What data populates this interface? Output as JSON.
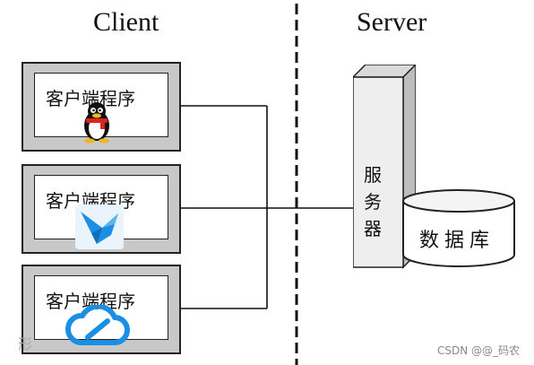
{
  "headings": {
    "client": "Client",
    "server": "Server"
  },
  "clients": [
    {
      "label": "客户端程序",
      "icon": "qq-penguin-icon"
    },
    {
      "label": "客户端程序",
      "icon": "swallow-bird-icon"
    },
    {
      "label": "客户端程序",
      "icon": "cloud-icon"
    }
  ],
  "server": {
    "label": "服务器"
  },
  "database": {
    "label": "数据库"
  },
  "watermark": "CSDN @@_码农",
  "corner_mark": "形",
  "colors": {
    "box_shadow": "#c8c8c8",
    "line": "#111111",
    "icon_blue": "#1a8fe3",
    "penguin_red": "#d8261d",
    "penguin_yellow": "#f2b51b"
  }
}
